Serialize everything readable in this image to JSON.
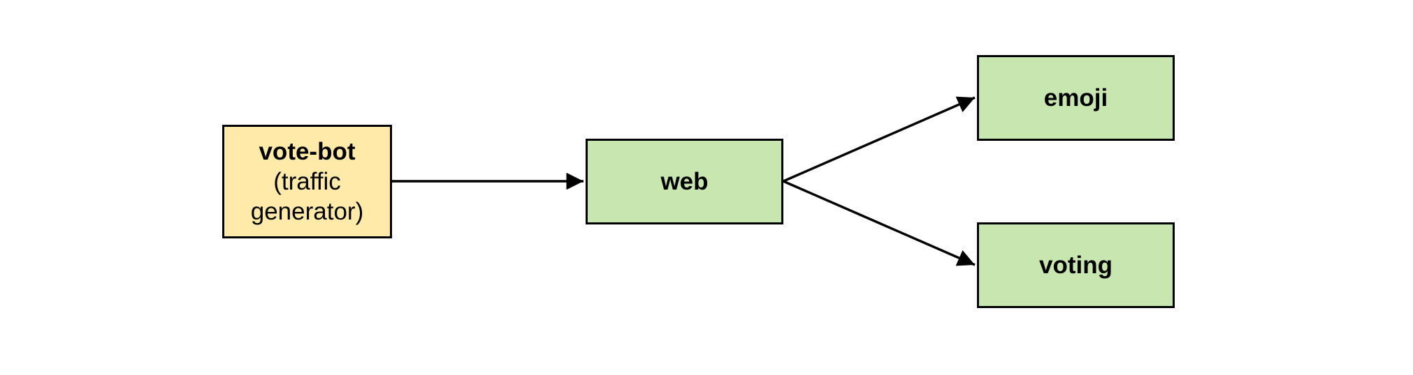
{
  "diagram": {
    "nodes": {
      "vote_bot": {
        "title": "vote-bot",
        "subtitle_line1": "(traffic",
        "subtitle_line2": "generator)",
        "fill": "#ffeaaa"
      },
      "web": {
        "title": "web",
        "fill": "#c8e6b0"
      },
      "emoji": {
        "title": "emoji",
        "fill": "#c8e6b0"
      },
      "voting": {
        "title": "voting",
        "fill": "#c8e6b0"
      }
    },
    "edges": [
      {
        "from": "vote-bot",
        "to": "web"
      },
      {
        "from": "web",
        "to": "emoji"
      },
      {
        "from": "web",
        "to": "voting"
      }
    ],
    "stroke_color": "#000000"
  }
}
